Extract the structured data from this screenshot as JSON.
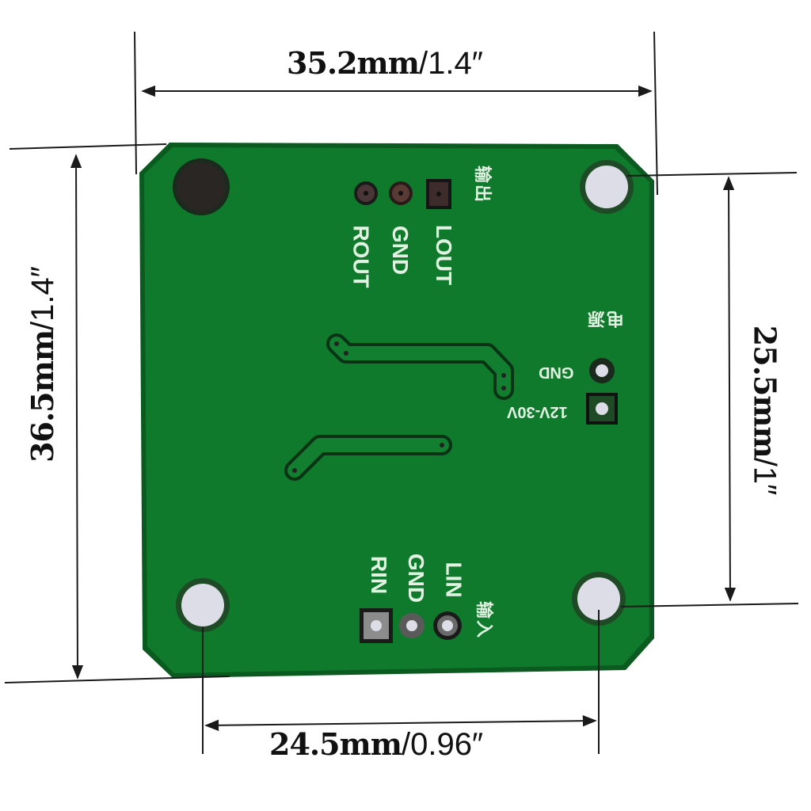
{
  "colors": {
    "pcb_green": "#0f7a2c",
    "pcb_edge": "#0b5a20",
    "silkscreen": "#e2f2e2",
    "pad_silver": "#dcdde6",
    "dim_line": "#1a1a1a"
  },
  "dimensions": {
    "width": {
      "mm": "35.2mm",
      "inch": "/1.4″"
    },
    "height": {
      "mm": "36.5mm",
      "inch": "/1.4″"
    },
    "hole_spacing_vertical": {
      "mm": "25.5mm",
      "inch": "/1″"
    },
    "hole_spacing_horizontal": {
      "mm": "24.5mm",
      "inch": "/0.96″"
    }
  },
  "board": {
    "output_header": {
      "title": "输出",
      "pins": [
        "ROUT",
        "GND",
        "LOUT"
      ]
    },
    "power_header": {
      "title": "电源",
      "pins": [
        "GND",
        "12V-30V"
      ]
    },
    "input_header": {
      "title": "输入",
      "pins": [
        "RIN",
        "GND",
        "LIN"
      ]
    },
    "mounting_holes": [
      "top-left",
      "top-right",
      "bottom-left",
      "bottom-right"
    ]
  }
}
